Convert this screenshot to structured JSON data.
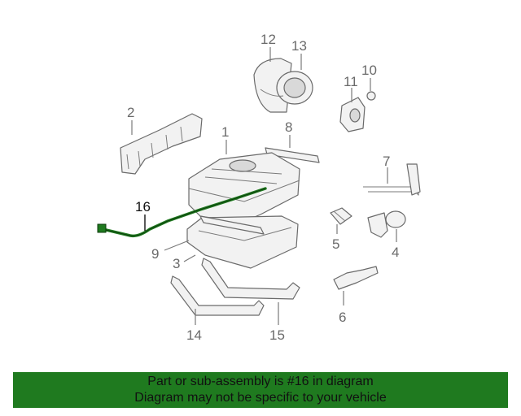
{
  "callouts": {
    "c1": "1",
    "c2": "2",
    "c3": "3",
    "c4": "4",
    "c5": "5",
    "c6": "6",
    "c7": "7",
    "c8": "8",
    "c9": "9",
    "c10": "10",
    "c11": "11",
    "c12": "12",
    "c13": "13",
    "c14": "14",
    "c15": "15",
    "c16": "16"
  },
  "highlight": {
    "part": "16",
    "color": "#1f7a1f"
  },
  "banner": {
    "line1": "Part or sub-assembly is #16 in diagram",
    "line2": "Diagram may not be specific to your vehicle",
    "background": "#1f7a1f"
  }
}
